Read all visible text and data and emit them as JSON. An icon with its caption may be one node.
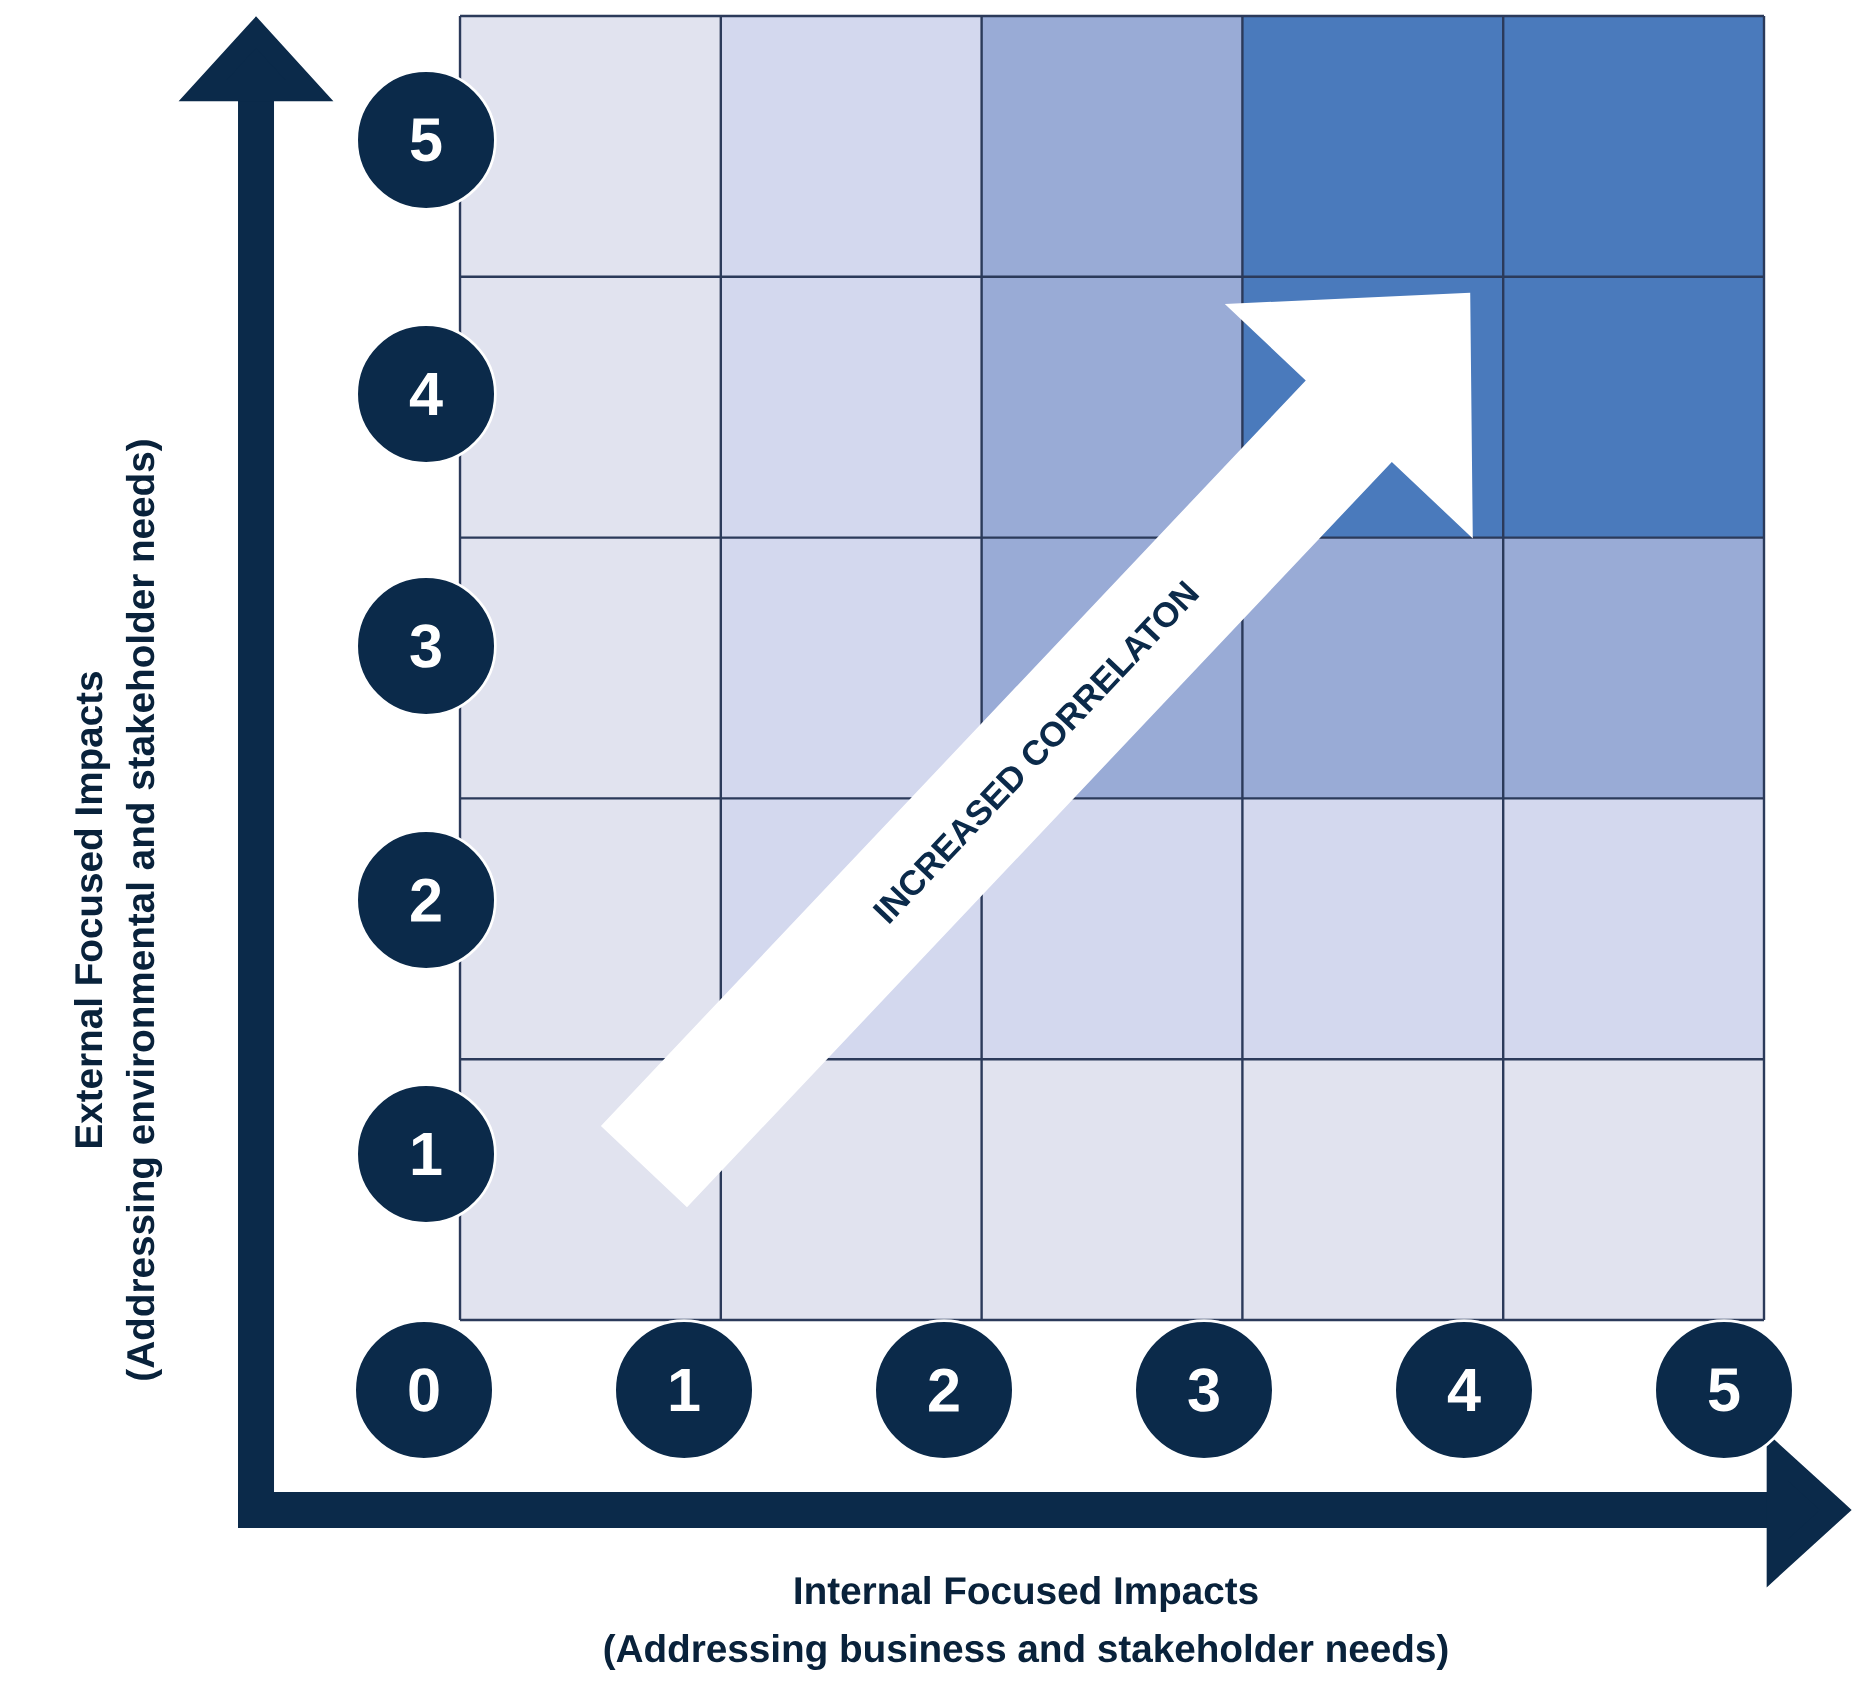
{
  "diagram": {
    "nodes": [
      {
        "text": [
          "5"
        ]
      },
      {
        "text": [
          "4"
        ]
      },
      {
        "text": [
          "3"
        ]
      },
      {
        "text": [
          "2"
        ]
      },
      {
        "text": [
          "1"
        ]
      },
      {
        "text": [
          "0"
        ]
      },
      {
        "text": [
          "1"
        ]
      },
      {
        "text": [
          "2"
        ]
      },
      {
        "text": [
          "3"
        ]
      },
      {
        "text": [
          "4"
        ]
      },
      {
        "text": [
          "5"
        ]
      },
      {
        "text": [
          "INCREASED CORRELATON"
        ]
      }
    ],
    "labels": [
      "External Focused Impacts",
      "(Addressing environmental and stakeholder needs)",
      "Internal Focused Impacts",
      "(Addressing business and stakeholder needs)"
    ]
  }
}
